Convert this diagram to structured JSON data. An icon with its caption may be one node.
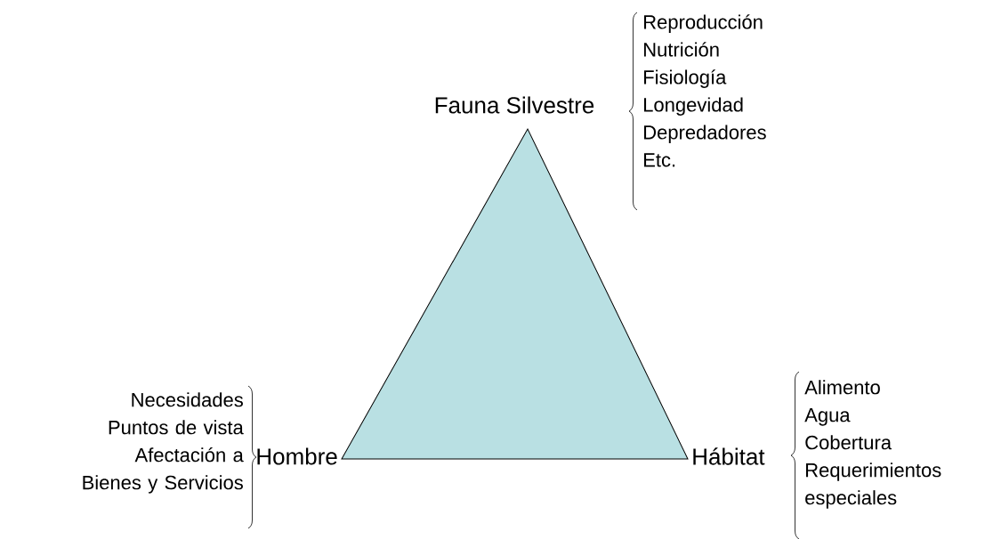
{
  "diagram": {
    "nodes": [
      {
        "text": [],
        "shape": "triangle"
      },
      {
        "text": [
          "Fauna Silvestre"
        ],
        "beside": [
          "Reproducción",
          "Nutrición",
          "Fisiología",
          "Longevidad",
          "Depredadores",
          "Etc."
        ]
      },
      {
        "text": [
          "Hombre"
        ],
        "beside": [
          "Necesidades",
          "Puntos de vista",
          "Afectación a Bienes y Servicios"
        ]
      },
      {
        "text": [
          "Hábitat"
        ],
        "beside": [
          "Alimento",
          "Agua",
          "Cobertura",
          "Requerimientos especiales"
        ]
      }
    ]
  }
}
